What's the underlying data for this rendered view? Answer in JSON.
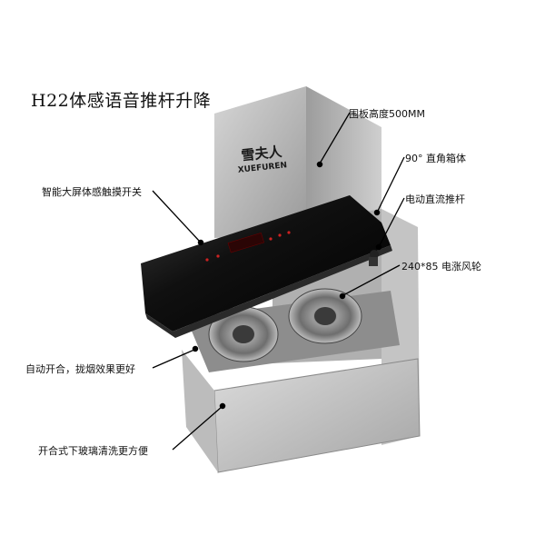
{
  "product": {
    "title": "H22体感语音推杆升降",
    "brand_cn": "雪夫人",
    "brand_en": "XUEFUREN"
  },
  "callouts": {
    "enclosure_height": "围板高度500MM",
    "right_angle_cabinet": "90° 直角箱体",
    "electric_push_rod": "电动直流推杆",
    "fan_wheel": "240*85 电涨风轮",
    "smart_panel": "智能大屏体感触摸开关",
    "auto_open": "自动开合，拢烟效果更好",
    "glass_clean": "开合式下玻璃清洗更方便"
  }
}
